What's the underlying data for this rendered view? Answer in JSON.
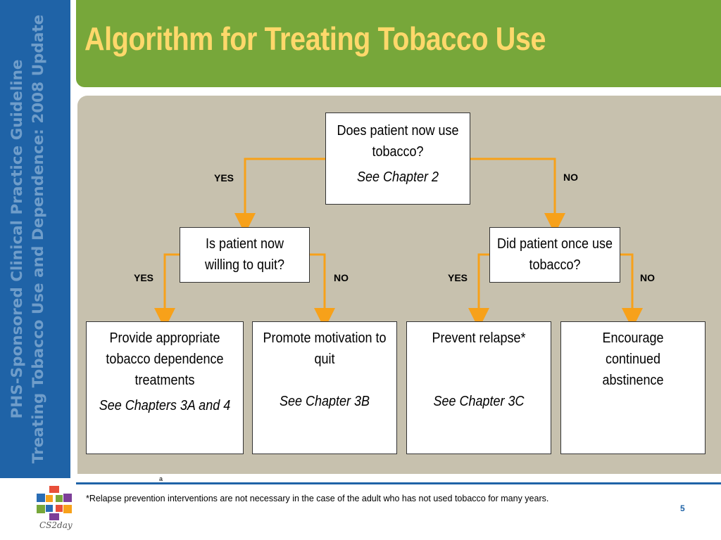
{
  "sidebar": {
    "line1": "PHS-Sponsored Clinical Practice Guideline",
    "line2": "Treating Tobacco Use and Dependence: 2008 Update"
  },
  "title": "Algorithm for Treating Tobacco Use",
  "flowchart": {
    "q1": {
      "text": "Does patient now use tobacco?",
      "ref": "See Chapter 2"
    },
    "q2": {
      "text": "Is patient now willing to quit?"
    },
    "q3": {
      "text": "Did patient once use tobacco?"
    },
    "r1": {
      "text": "Provide appropriate tobacco dependence treatments",
      "ref": "See Chapters 3A and 4"
    },
    "r2": {
      "text": "Promote motivation to quit",
      "ref": "See Chapter 3B"
    },
    "r3": {
      "text": "Prevent relapse*",
      "ref": "See Chapter 3C"
    },
    "r4": {
      "text": "Encourage continued abstinence"
    },
    "labels": {
      "q1_yes": "YES",
      "q1_no": "NO",
      "q2_yes": "YES",
      "q2_no": "NO",
      "q3_yes": "YES",
      "q3_no": "NO"
    }
  },
  "footer": {
    "note": "*Relapse prevention interventions are not necessary in the case of the adult who has not used tobacco for many years.",
    "page": "5",
    "mark": "a",
    "logo_caption": "CS2day"
  },
  "colors": {
    "header_green": "#77a73a",
    "title_yellow": "#ffd86b",
    "sidebar_blue": "#1f63a7",
    "panel_tan": "#c7c1ae",
    "arrow_orange": "#f7a11a"
  }
}
